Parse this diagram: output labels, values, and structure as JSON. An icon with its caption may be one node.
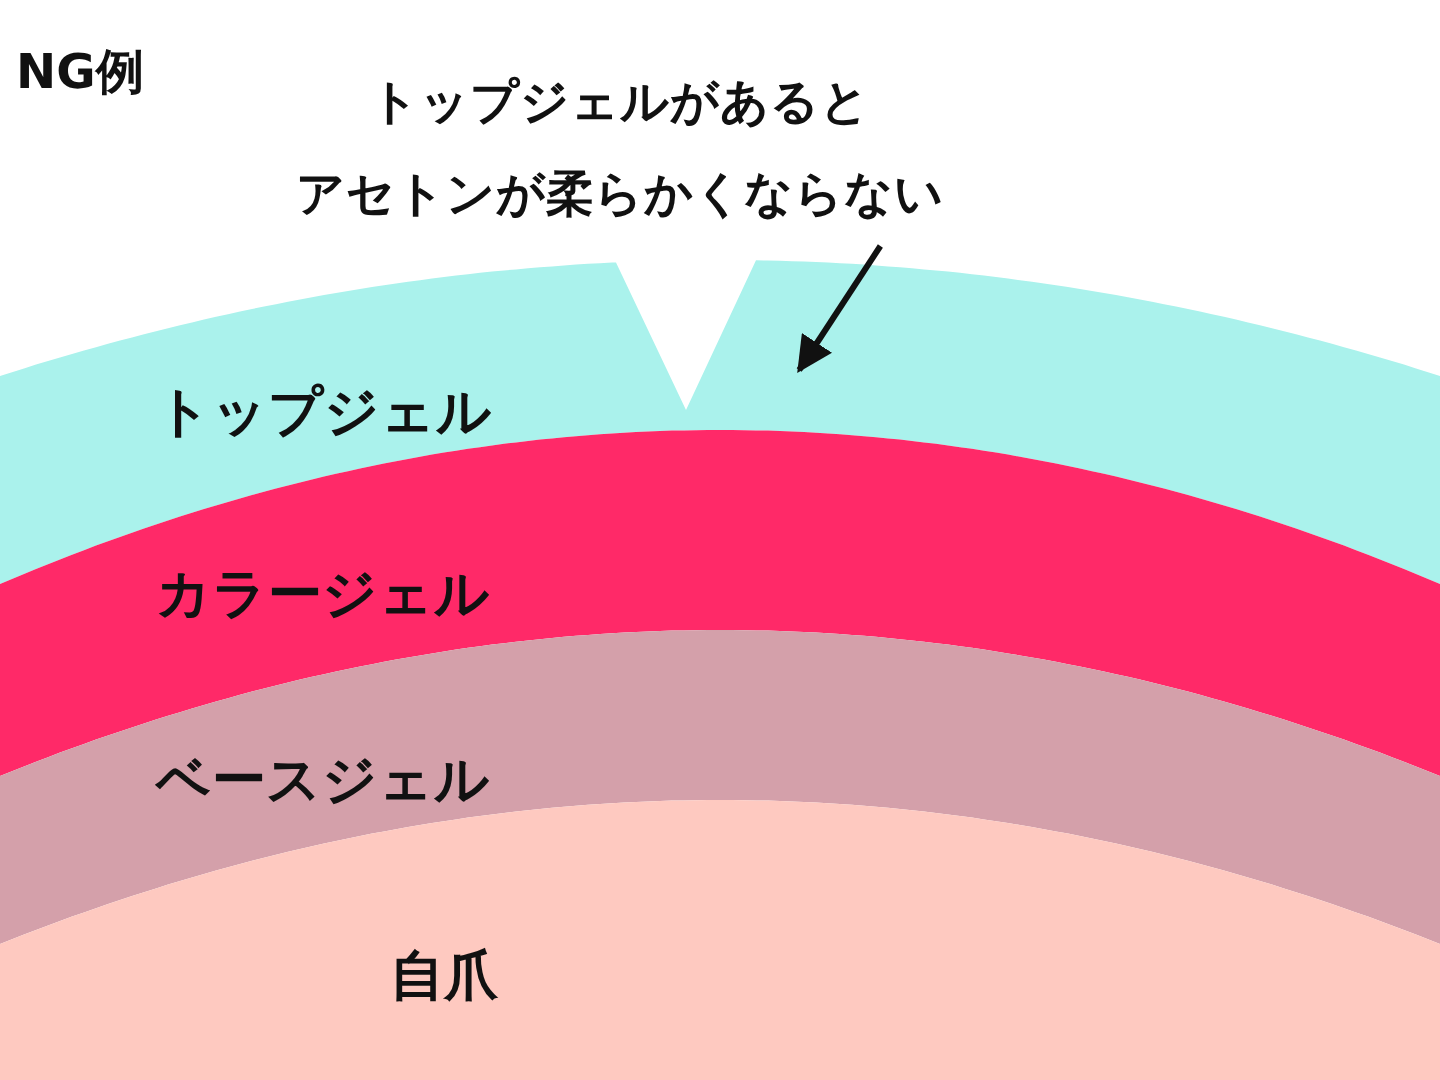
{
  "diagram": {
    "title": "NG例",
    "nodes": [
      {
        "text": [
          "トップジェルがあるとアセトンが柔らかくならない"
        ]
      },
      {
        "text": [
          "トップジェル"
        ]
      },
      {
        "text": [
          "カラージェル"
        ]
      },
      {
        "text": [
          "ベースジェル"
        ]
      },
      {
        "text": [
          "自爪"
        ]
      }
    ],
    "edges": [
      {
        "from": 0,
        "to": 1,
        "arrow": "to"
      }
    ]
  }
}
